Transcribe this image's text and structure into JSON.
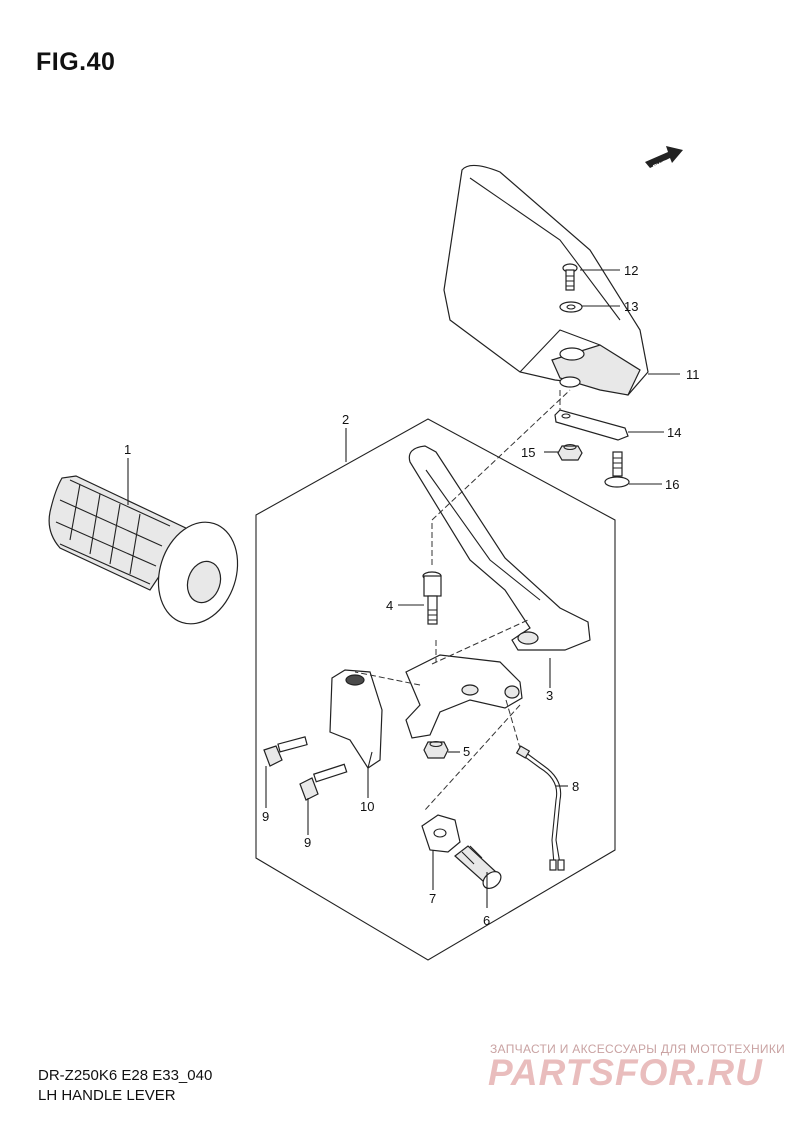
{
  "figure": {
    "title": "FIG.40",
    "model_code": "DR-Z250K6 E28 E33_040",
    "caption": "LH HANDLE LEVER",
    "fwd_label": "FWD"
  },
  "callouts": [
    {
      "id": "1",
      "label": "1"
    },
    {
      "id": "2",
      "label": "2"
    },
    {
      "id": "3",
      "label": "3"
    },
    {
      "id": "4",
      "label": "4"
    },
    {
      "id": "5",
      "label": "5"
    },
    {
      "id": "6",
      "label": "6"
    },
    {
      "id": "7",
      "label": "7"
    },
    {
      "id": "8",
      "label": "8"
    },
    {
      "id": "9a",
      "label": "9"
    },
    {
      "id": "9b",
      "label": "9"
    },
    {
      "id": "10",
      "label": "10"
    },
    {
      "id": "11",
      "label": "11"
    },
    {
      "id": "12",
      "label": "12"
    },
    {
      "id": "13",
      "label": "13"
    },
    {
      "id": "14",
      "label": "14"
    },
    {
      "id": "15",
      "label": "15"
    },
    {
      "id": "16",
      "label": "16"
    }
  ],
  "watermark": {
    "tagline": "ЗАПЧАСТИ И АКСЕССУАРЫ ДЛЯ МОТОТЕХНИКИ",
    "brand": "PARTSFOR.RU"
  }
}
